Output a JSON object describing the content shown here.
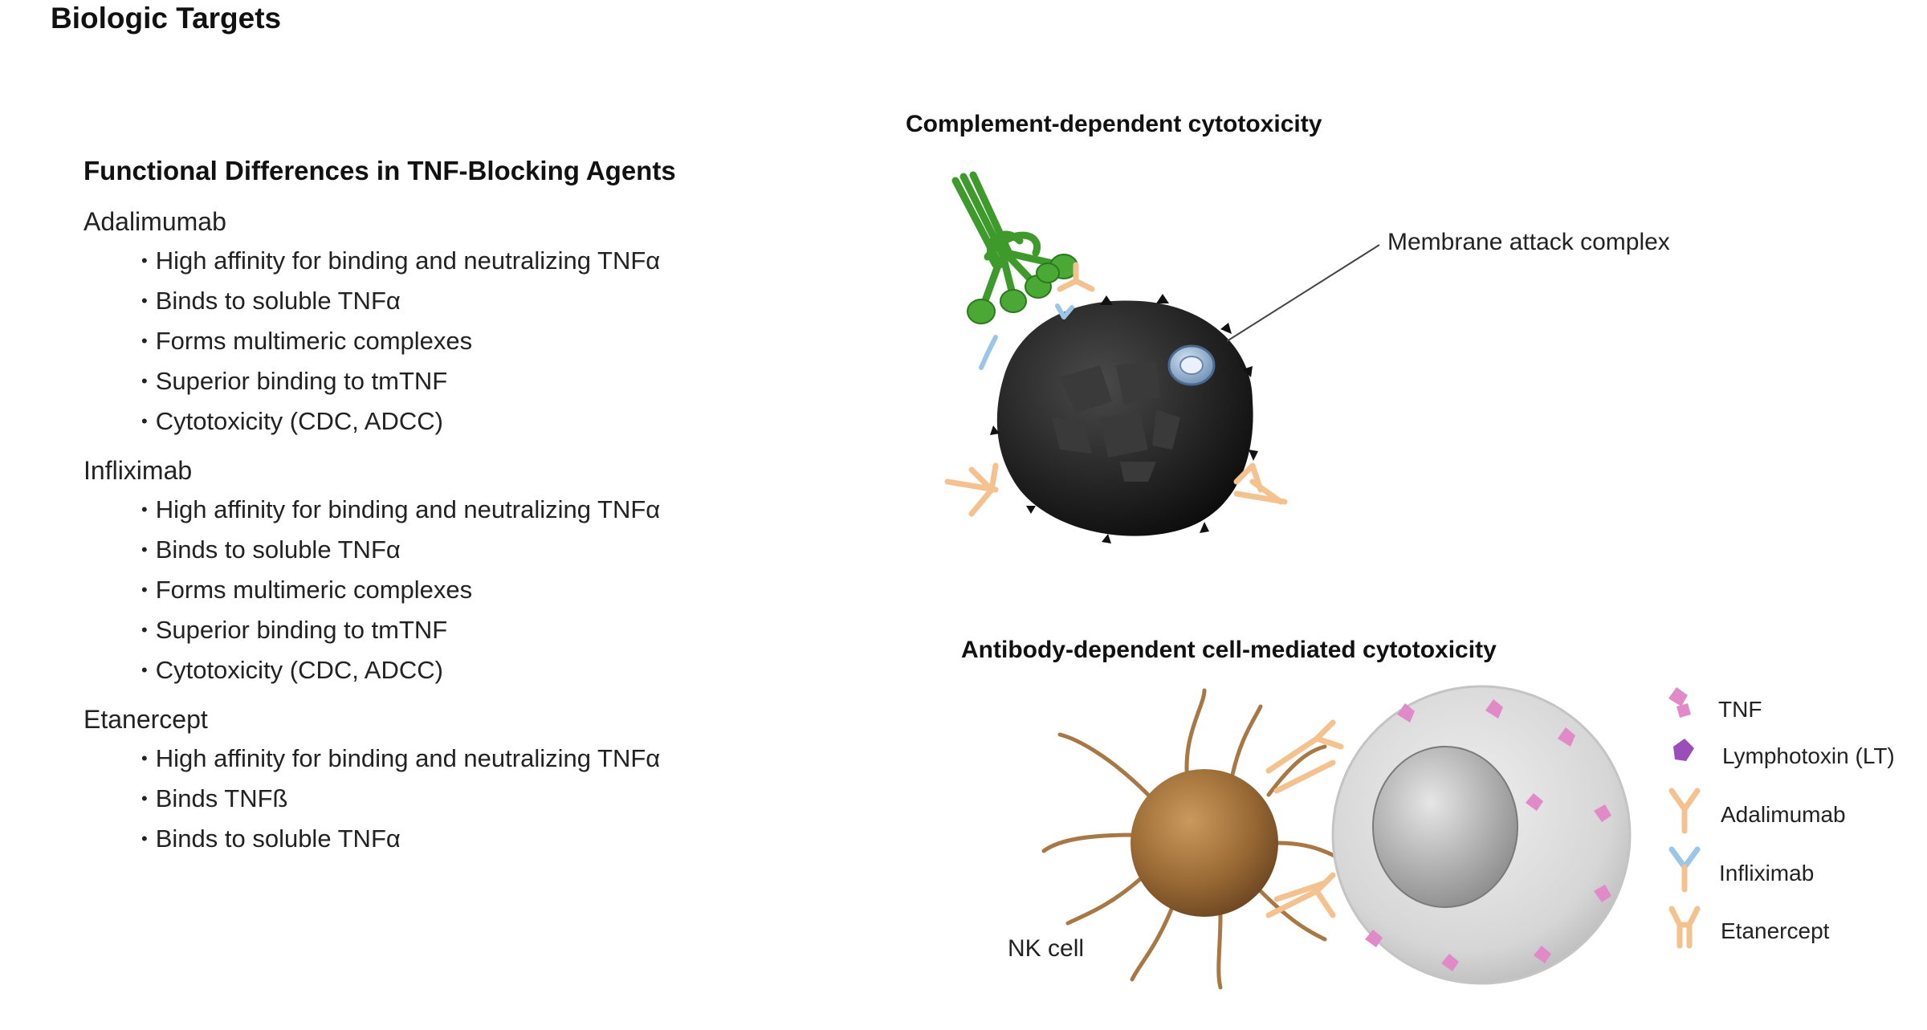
{
  "page_title": "Biologic Targets",
  "section_title": "Functional Differences in TNF-Blocking Agents",
  "drugs": [
    {
      "name": "Adalimumab",
      "points": [
        "High affinity for binding and neutralizing TNFα",
        "Binds to soluble TNFα",
        "Forms multimeric complexes",
        "Superior binding to tmTNF",
        "Cytotoxicity (CDC, ADCC)"
      ]
    },
    {
      "name": "Infliximab",
      "points": [
        "High affinity for binding and neutralizing TNFα",
        "Binds to soluble TNFα",
        "Forms multimeric complexes",
        "Superior binding to tmTNF",
        "Cytotoxicity (CDC, ADCC)"
      ]
    },
    {
      "name": "Etanercept",
      "points": [
        "High affinity for binding and neutralizing TNFα",
        "Binds TNFß",
        "Binds to soluble TNFα"
      ]
    }
  ],
  "cdc_panel": {
    "title": "Complement-dependent cytotoxicity",
    "mac_label": "Membrane attack complex"
  },
  "adcc_panel": {
    "title": "Antibody-dependent cell-mediated cytotoxicity",
    "nk_label": "NK cell"
  },
  "legend": [
    {
      "label": "TNF",
      "icon": "tnf-icon",
      "color": "#e08ac8"
    },
    {
      "label": "Lymphotoxin (LT)",
      "icon": "lymphotoxin-icon",
      "color": "#9a4fb8"
    },
    {
      "label": "Adalimumab",
      "icon": "adalimumab-icon",
      "color": "#f3c28f"
    },
    {
      "label": "Infliximab",
      "icon": "infliximab-icon",
      "color": "#9cc6e8"
    },
    {
      "label": "Etanercept",
      "icon": "etanercept-icon",
      "color": "#f3c28f"
    }
  ],
  "colors": {
    "complement_green": "#3f9a2c",
    "target_cell_dark": "#262626",
    "nk_cell_brown": "#9a6a35",
    "target_cell_gray": "#d6d6d6"
  }
}
